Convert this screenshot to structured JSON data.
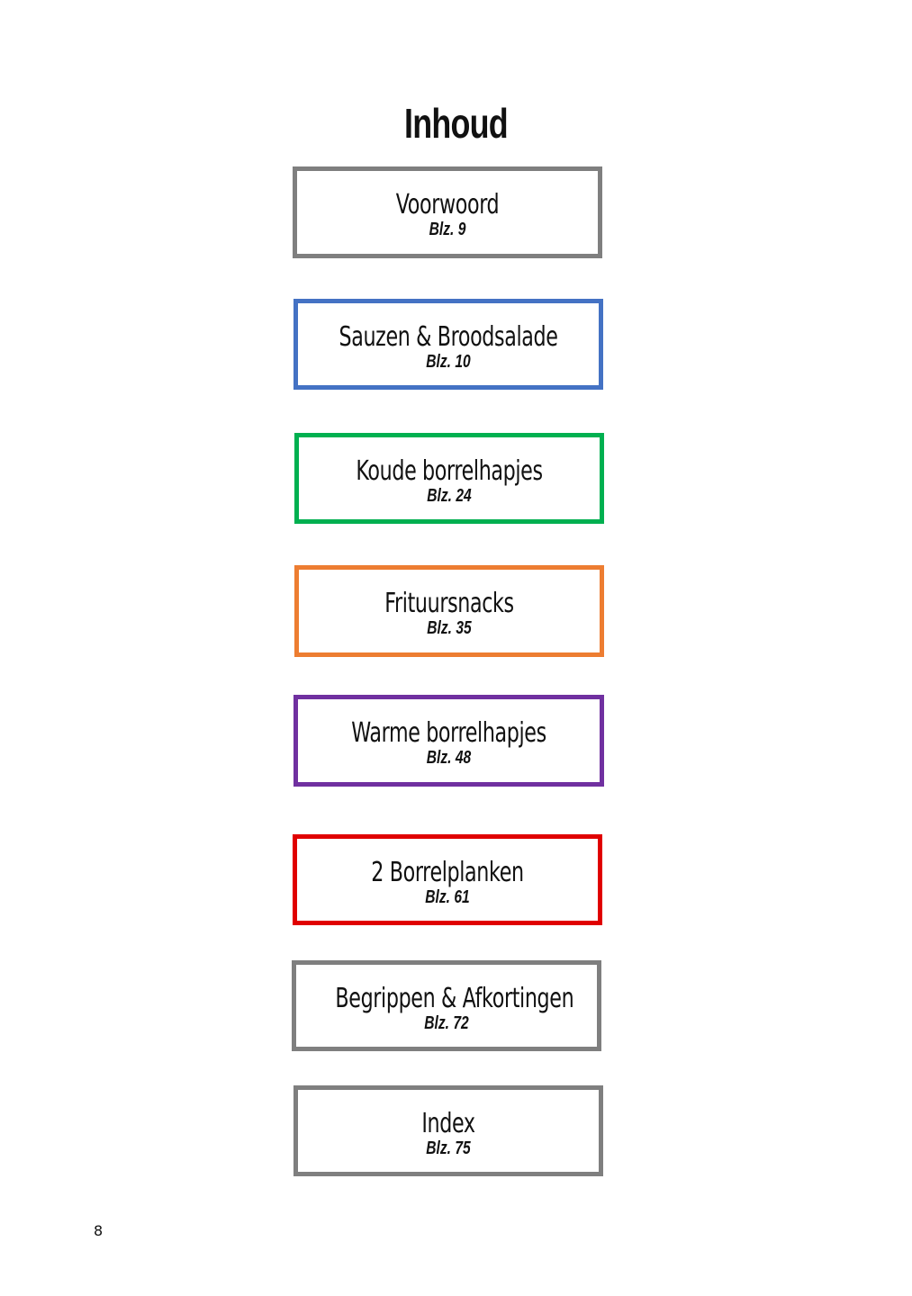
{
  "title": "Inhoud",
  "entries": [
    {
      "label": "Voorwoord",
      "page": "Blz. 9",
      "color": "#7f7f7f"
    },
    {
      "label": "Sauzen & Broodsalade",
      "page": "Blz. 10",
      "color": "#4472c4"
    },
    {
      "label": "Koude borrelhapjes",
      "page": "Blz. 24",
      "color": "#00b050"
    },
    {
      "label": "Frituursnacks",
      "page": "Blz. 35",
      "color": "#ed7d31"
    },
    {
      "label": "Warme borrelhapjes",
      "page": "Blz. 48",
      "color": "#7030a0"
    },
    {
      "label": "2 Borrelplanken",
      "page": "Blz. 61",
      "color": "#e00000"
    },
    {
      "label": "Begrippen & Afkortingen",
      "page": "Blz. 72",
      "color": "#7f7f7f"
    },
    {
      "label": "Index",
      "page": "Blz. 75",
      "color": "#7f7f7f"
    }
  ],
  "page_number": "8"
}
